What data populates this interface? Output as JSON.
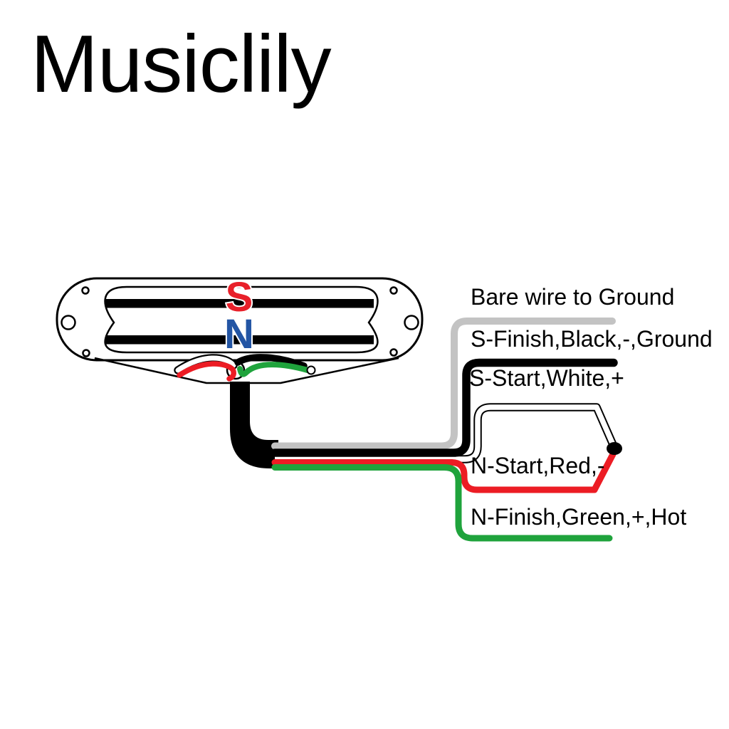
{
  "logo": {
    "text": "Musiclily"
  },
  "pickup": {
    "type_note": "dual-rail humbucker pickup",
    "south_pole": "S",
    "north_pole": "N",
    "south_pole_color": "#E8202A",
    "north_pole_color": "#2355A4"
  },
  "wires": [
    {
      "name": "bare",
      "label": "Bare wire to Ground",
      "color_hex": "#C3C3C3"
    },
    {
      "name": "south-finish",
      "label": "S-Finish,Black,-,Ground",
      "color_hex": "#000000"
    },
    {
      "name": "south-start",
      "label": "S-Start,White,+",
      "color_hex": "#FFFFFF"
    },
    {
      "name": "north-start",
      "label": "N-Start,Red,-",
      "color_hex": "#EC1C24"
    },
    {
      "name": "north-finish",
      "label": "N-Finish,Green,+,Hot",
      "color_hex": "#1FA33C"
    }
  ],
  "colors": {
    "background": "#FFFFFF",
    "outline": "#000000",
    "solder_joint": "#000000"
  }
}
